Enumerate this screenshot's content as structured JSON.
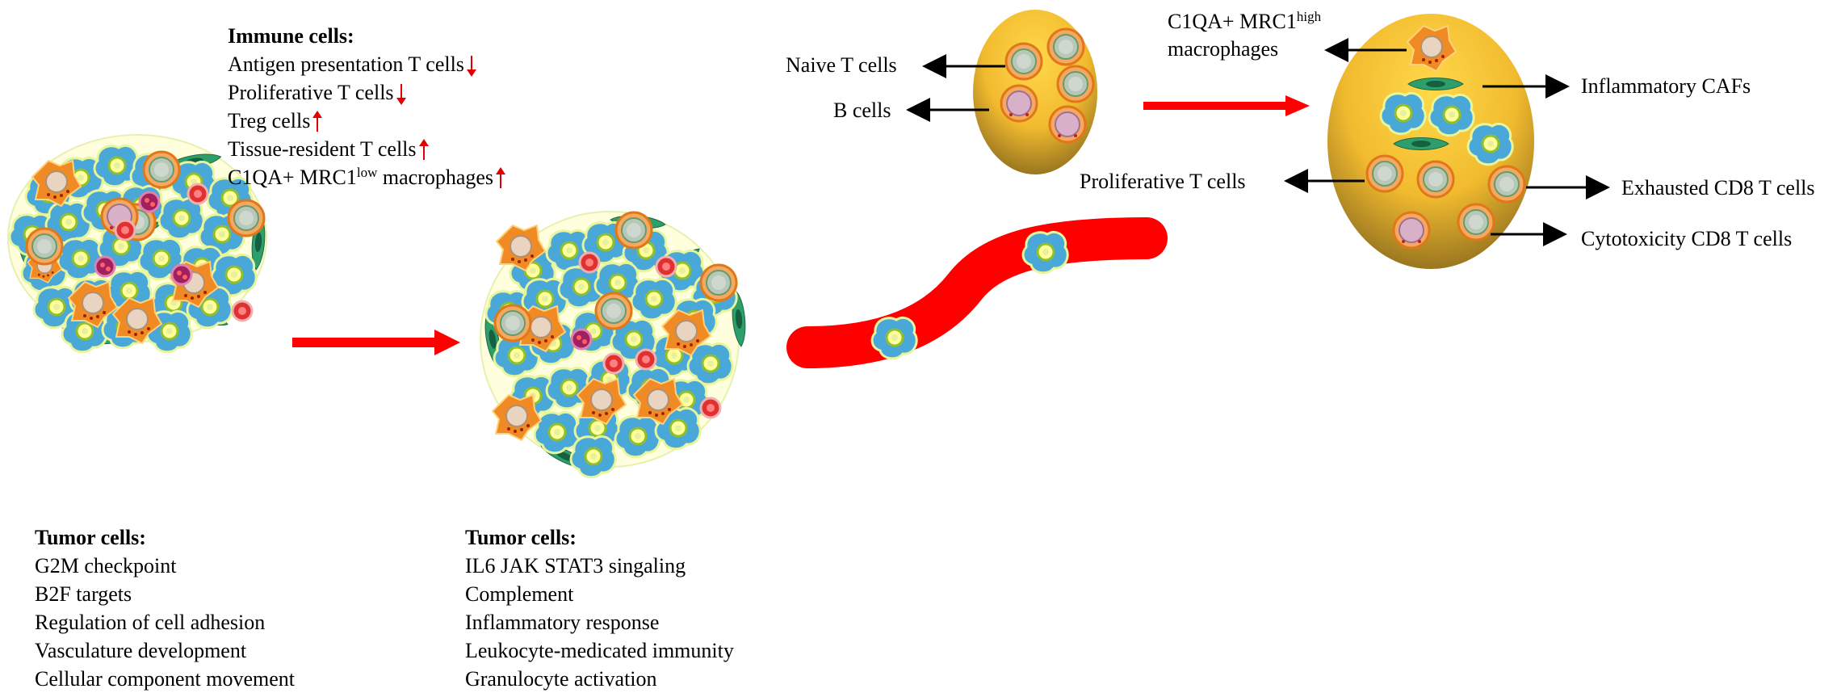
{
  "immune_panel": {
    "heading": "Immune cells:",
    "items": [
      {
        "label": "Antigen presentation T cells",
        "trend": "down"
      },
      {
        "label": "Proliferative T cells",
        "trend": "down"
      },
      {
        "label": "Treg cells",
        "trend": "up"
      },
      {
        "label": "Tissue-resident T cells",
        "trend": "up"
      },
      {
        "label_prefix": "C1QA+ MRC1",
        "label_sup": "low",
        "label_suffix": " macrophages",
        "trend": "up"
      }
    ]
  },
  "tumor_panel_left": {
    "heading": "Tumor cells:",
    "items": [
      "G2M checkpoint",
      "B2F targets",
      "Regulation of cell adhesion",
      "Vasculature development",
      "Cellular component movement"
    ]
  },
  "tumor_panel_right": {
    "heading": "Tumor cells:",
    "items": [
      "IL6 JAK STAT3 singaling",
      "Complement",
      "Inflammatory response",
      "Leukocyte-medicated immunity",
      "Granulocyte activation"
    ]
  },
  "lymph_node_small": {
    "outputs": [
      "Naive T cells",
      "B cells"
    ]
  },
  "lymph_node_large": {
    "macrophage_prefix": "C1QA+ MRC1",
    "macrophage_sup": "high",
    "macrophage_line2": "macrophages",
    "outputs_right": [
      "Inflammatory CAFs",
      "Exhausted CD8 T cells",
      "Cytotoxicity CD8 T cells"
    ],
    "outputs_left": [
      "Proliferative T cells"
    ]
  },
  "colors": {
    "tumor_cell": "#4aa8d8",
    "tumor_nucleus": "#ffff88",
    "macrophage": "#f08a24",
    "caf": "#2e9e6a",
    "vessel": "#ff0000",
    "node_gold": "#f4c033"
  }
}
